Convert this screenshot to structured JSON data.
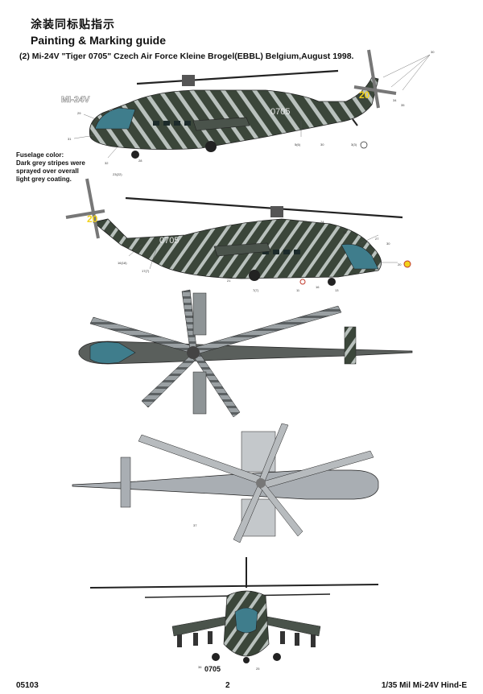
{
  "header": {
    "title_cn": "涂装同标贴指示",
    "title_en": "Painting & Marking guide"
  },
  "subtitle": "(2) Mi-24V \"Tiger 0705\" Czech Air Force Kleine Brogel(EBBL) Belgium,August 1998.",
  "fuselage_note": {
    "line1": "Fuselage color:",
    "line2": "Dark grey stripes were",
    "line3": "sprayed over overall",
    "line4": "light grey coating."
  },
  "markings": {
    "side_label": "MI-24V",
    "serial": "0705",
    "tail_number": "20",
    "front_serial": "0705"
  },
  "callouts": {
    "c1": "30",
    "c2": "34",
    "c3": "35",
    "c4": "29",
    "c5": "31",
    "c6": "32",
    "c7": "28",
    "c8": "23(22)",
    "c9": "5(6)",
    "c10": "30",
    "c11": "3(3)",
    "c12": "24",
    "c13": "25",
    "c14": "27",
    "c15": "30",
    "c16": "20",
    "c17": "16(18)",
    "c18": "17(7)",
    "c19": "21",
    "c20": "7(7)",
    "c21": "11",
    "c22": "16",
    "c23": "13",
    "c24": "37",
    "c25": "36",
    "c26": "25"
  },
  "footer": {
    "code": "05103",
    "page": "2",
    "model": "1/35  Mil Mi-24V Hind-E"
  },
  "colors": {
    "camo_dark": "#3b463a",
    "camo_light": "#b9c1bd",
    "top_grey": "#5a5f5c",
    "bottom_grey": "#a9aeb3",
    "canopy": "#3f7d8c",
    "marking_yellow": "#f2d21b"
  }
}
